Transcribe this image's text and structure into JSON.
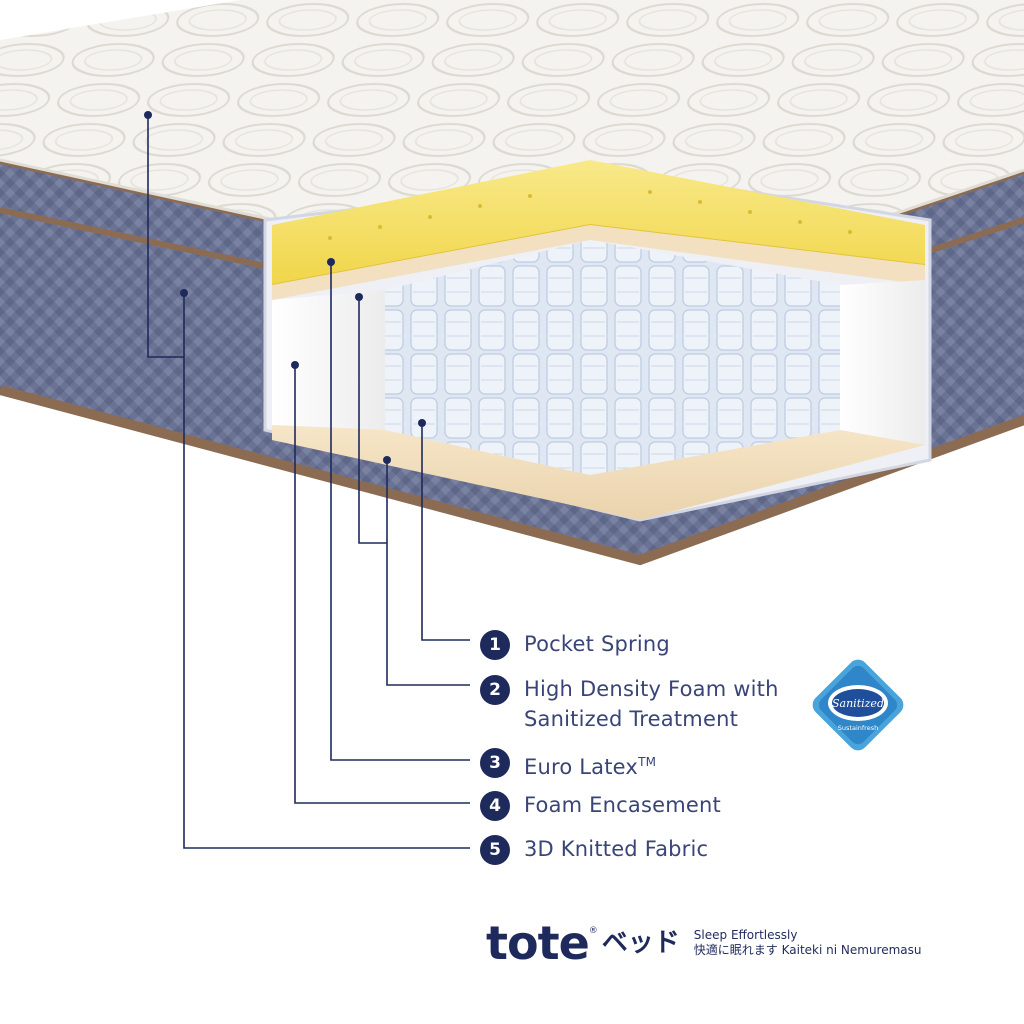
{
  "layers": [
    {
      "num": "1",
      "label": "Pocket Spring"
    },
    {
      "num": "2",
      "label": "High Density Foam with",
      "label_line2": "Sanitized Treatment"
    },
    {
      "num": "3",
      "label": "Euro Latex",
      "tm": "TM"
    },
    {
      "num": "4",
      "label": "Foam Encasement"
    },
    {
      "num": "5",
      "label": "3D Knitted Fabric"
    }
  ],
  "badge": {
    "title": "Sanitized",
    "subtitle": "Sustainfresh"
  },
  "brand": {
    "word": "tote",
    "reg": "®",
    "kana": "ベッド",
    "tagline_1": "Sleep Effortlessly",
    "tagline_2": "快適に眠れます Kaiteki ni Nemuremasu"
  },
  "colors": {
    "navy": "#1f2a5c",
    "text": "#3a4577",
    "latex": "#f2dc55",
    "foam": "#f3e0c0",
    "fabric": "#6d7596",
    "piping": "#8c6b53"
  }
}
